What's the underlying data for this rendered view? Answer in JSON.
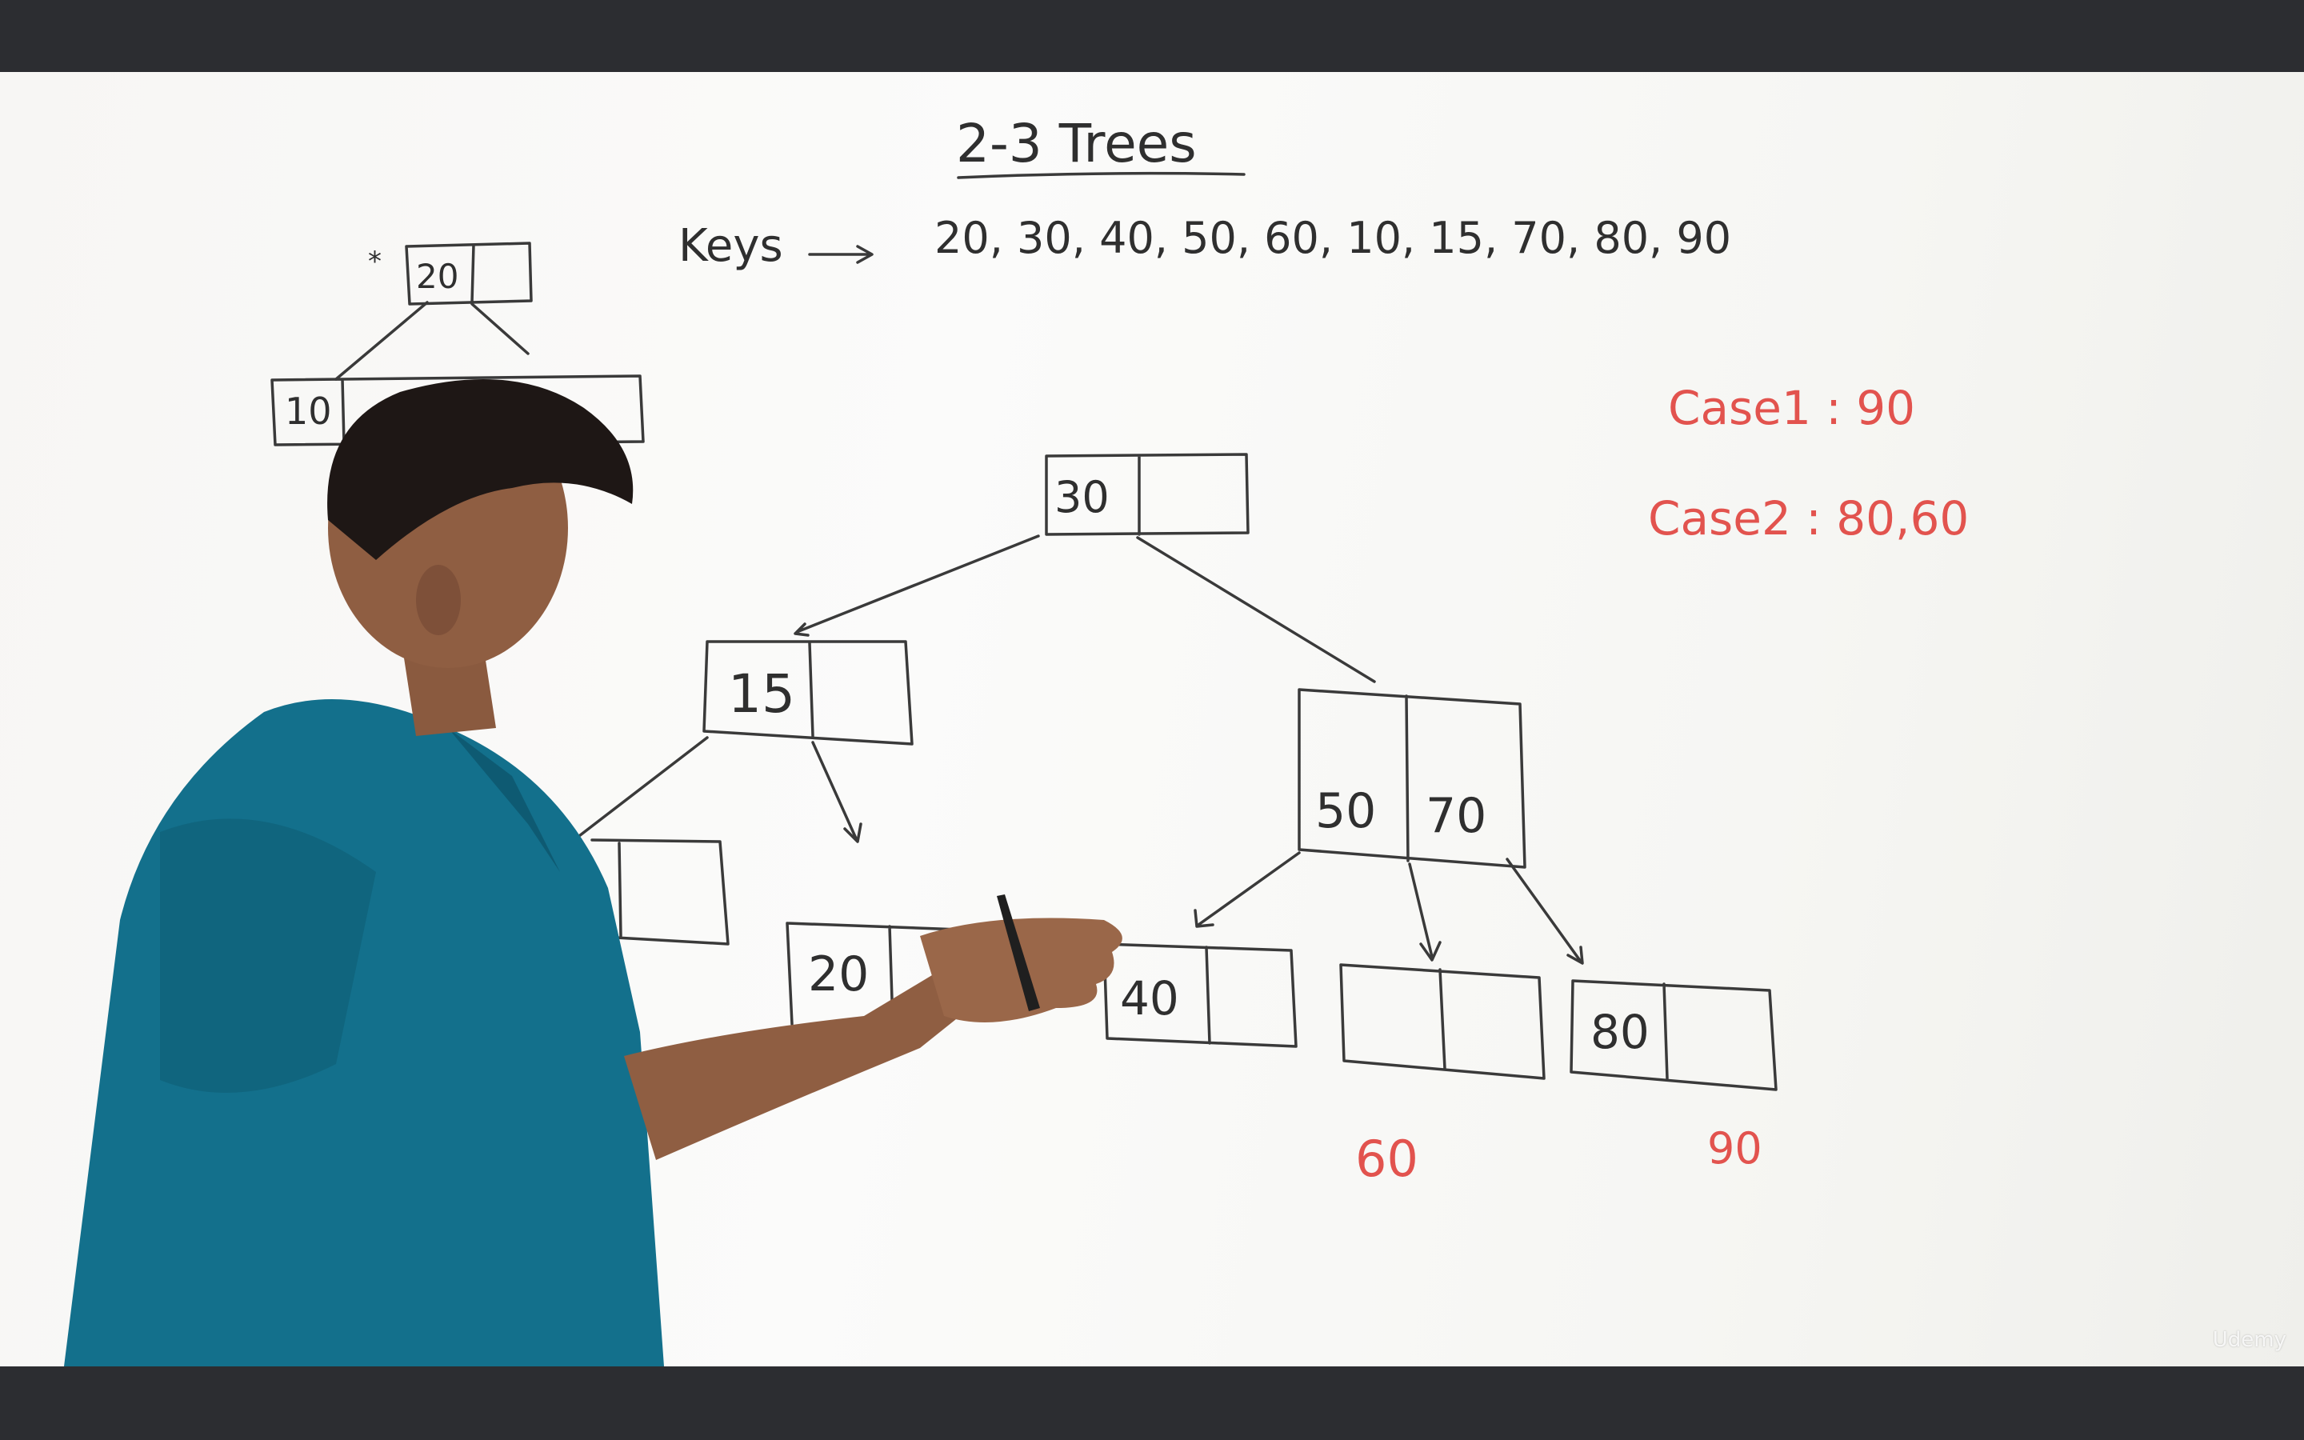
{
  "board": {
    "title": "2-3 Trees",
    "keys_label": "Keys",
    "keys_list": "20, 30, 40, 50, 60, 10, 15, 70, 80, 90",
    "case1": "Case1 : 90",
    "case2": "Case2 : 80,60",
    "corner_tree": {
      "star": "*",
      "root": "20",
      "left_leaf": "10"
    },
    "tree": {
      "root": "30",
      "left_internal": "15",
      "right_internal_key1": "50",
      "right_internal_key2": "70",
      "leaf_20": "20",
      "leaf_40": "40",
      "leaf_80": "80"
    },
    "red_notes": {
      "under_empty_leaf": "60",
      "under_leaf_80": "90"
    }
  },
  "watermark": "Udemy",
  "colors": {
    "ink": "#2f2f2f",
    "red_marker": "#e2534e",
    "shirt": "#13708c",
    "frame": "#2c2d31"
  }
}
